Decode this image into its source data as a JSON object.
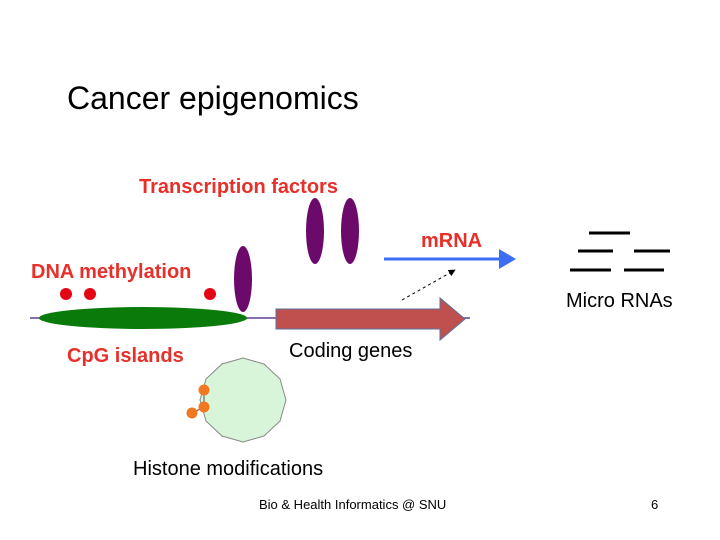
{
  "slide": {
    "title": "Cancer epigenomics",
    "footer": "Bio & Health Informatics @ SNU",
    "page_number": "6"
  },
  "labels": {
    "transcription_factors": "Transcription factors",
    "mrna": "mRNA",
    "dna_methylation": "DNA methylation",
    "cpg_islands": "CpG islands",
    "coding_genes": "Coding genes",
    "micro_rnas": "Micro RNAs",
    "histone_modifications": "Histone modifications"
  },
  "colors": {
    "label_red": "#e8302a",
    "dna_line": "#8a6fb0",
    "cpg_island": "#0a7a0a",
    "methyl_dot": "#e30613",
    "transcription_factor": "#6b0a6b",
    "coding_gene_arrow": "#c0504d",
    "mrna_arrow": "#3b6ef5",
    "nucleosome_fill": "#d9f5d9",
    "histone_mark": "#f07820",
    "micro_rna": "#000000"
  }
}
